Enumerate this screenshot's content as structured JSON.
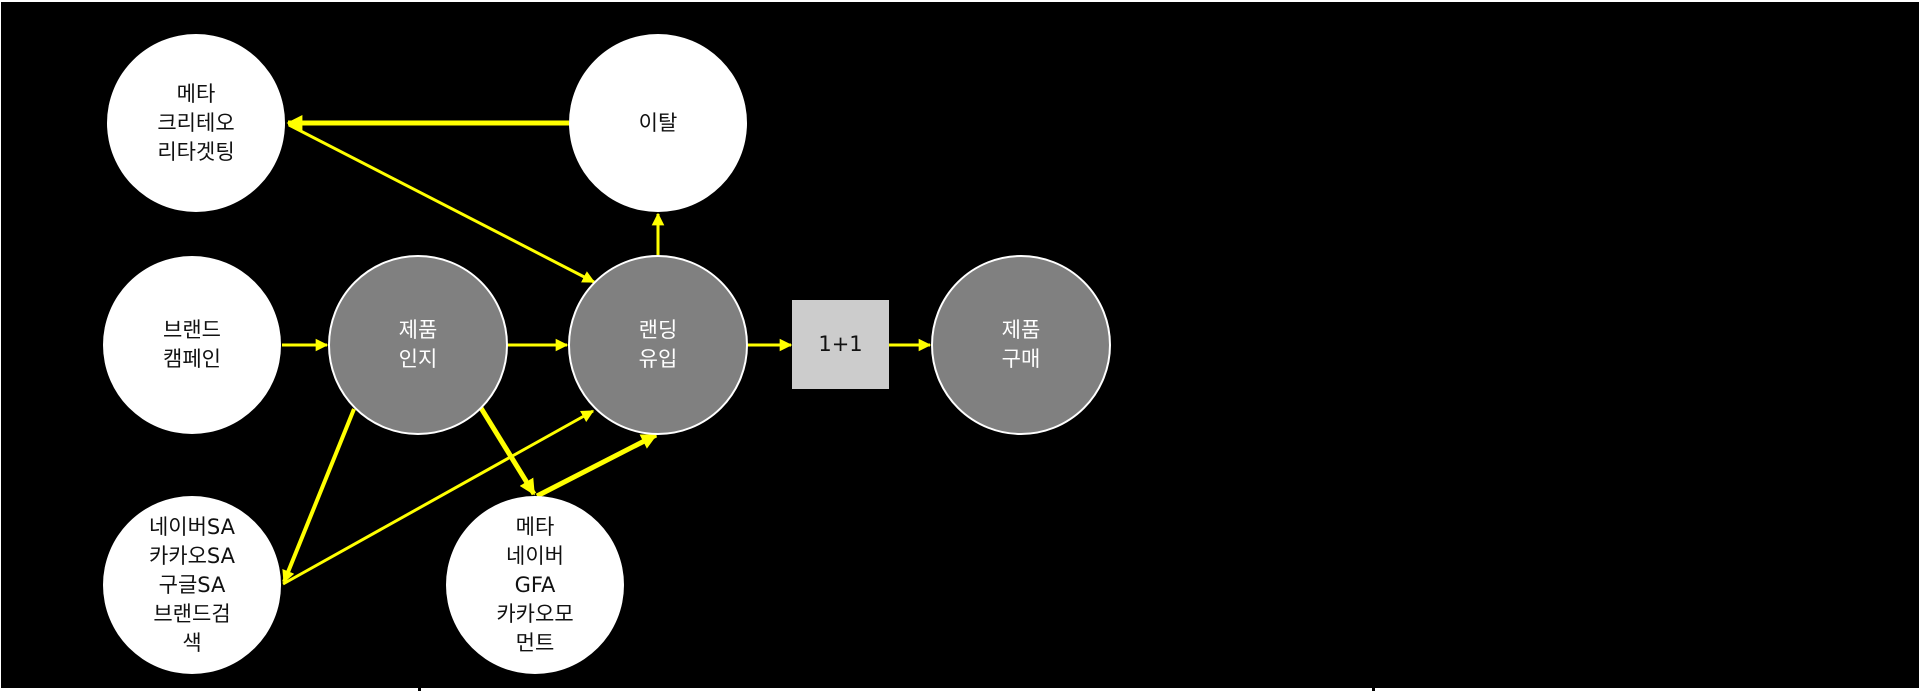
{
  "diagram": {
    "title": "",
    "colors": {
      "background": "#000000",
      "source_node": "#ffffff",
      "stage_node": "#808080",
      "offer_box": "#cccccc",
      "arrow": "#ffff00"
    },
    "nodes": {
      "retargeting": {
        "lines": [
          "메타",
          "크리테오",
          "리타겟팅"
        ]
      },
      "churn": {
        "lines": [
          "이탈"
        ]
      },
      "brand_campaign": {
        "lines": [
          "브랜드",
          "캠페인"
        ]
      },
      "product_awareness": {
        "lines": [
          "제품",
          "인지"
        ]
      },
      "landing_visit": {
        "lines": [
          "랜딩",
          "유입"
        ]
      },
      "offer": {
        "lines": [
          "1+1"
        ]
      },
      "purchase": {
        "lines": [
          "제품",
          "구매"
        ]
      },
      "search_ads": {
        "lines": [
          "네이버SA",
          "카카오SA",
          "구글SA",
          "브랜드검",
          "색"
        ]
      },
      "display_ads": {
        "lines": [
          "메타",
          "네이버",
          "GFA",
          "카카오모",
          "먼트"
        ]
      }
    },
    "edges": [
      {
        "from": "churn",
        "to": "retargeting",
        "weight": "thick"
      },
      {
        "from": "retargeting",
        "to": "landing_visit",
        "weight": "thin"
      },
      {
        "from": "landing_visit",
        "to": "churn",
        "weight": "thin"
      },
      {
        "from": "brand_campaign",
        "to": "product_awareness",
        "weight": "thin"
      },
      {
        "from": "product_awareness",
        "to": "landing_visit",
        "weight": "thin"
      },
      {
        "from": "landing_visit",
        "to": "offer",
        "weight": "thin"
      },
      {
        "from": "offer",
        "to": "purchase",
        "weight": "thin"
      },
      {
        "from": "product_awareness",
        "to": "search_ads",
        "weight": "medium"
      },
      {
        "from": "search_ads",
        "to": "landing_visit",
        "weight": "thin"
      },
      {
        "from": "product_awareness",
        "to": "display_ads",
        "weight": "thick"
      },
      {
        "from": "display_ads",
        "to": "landing_visit",
        "weight": "thick"
      }
    ]
  }
}
